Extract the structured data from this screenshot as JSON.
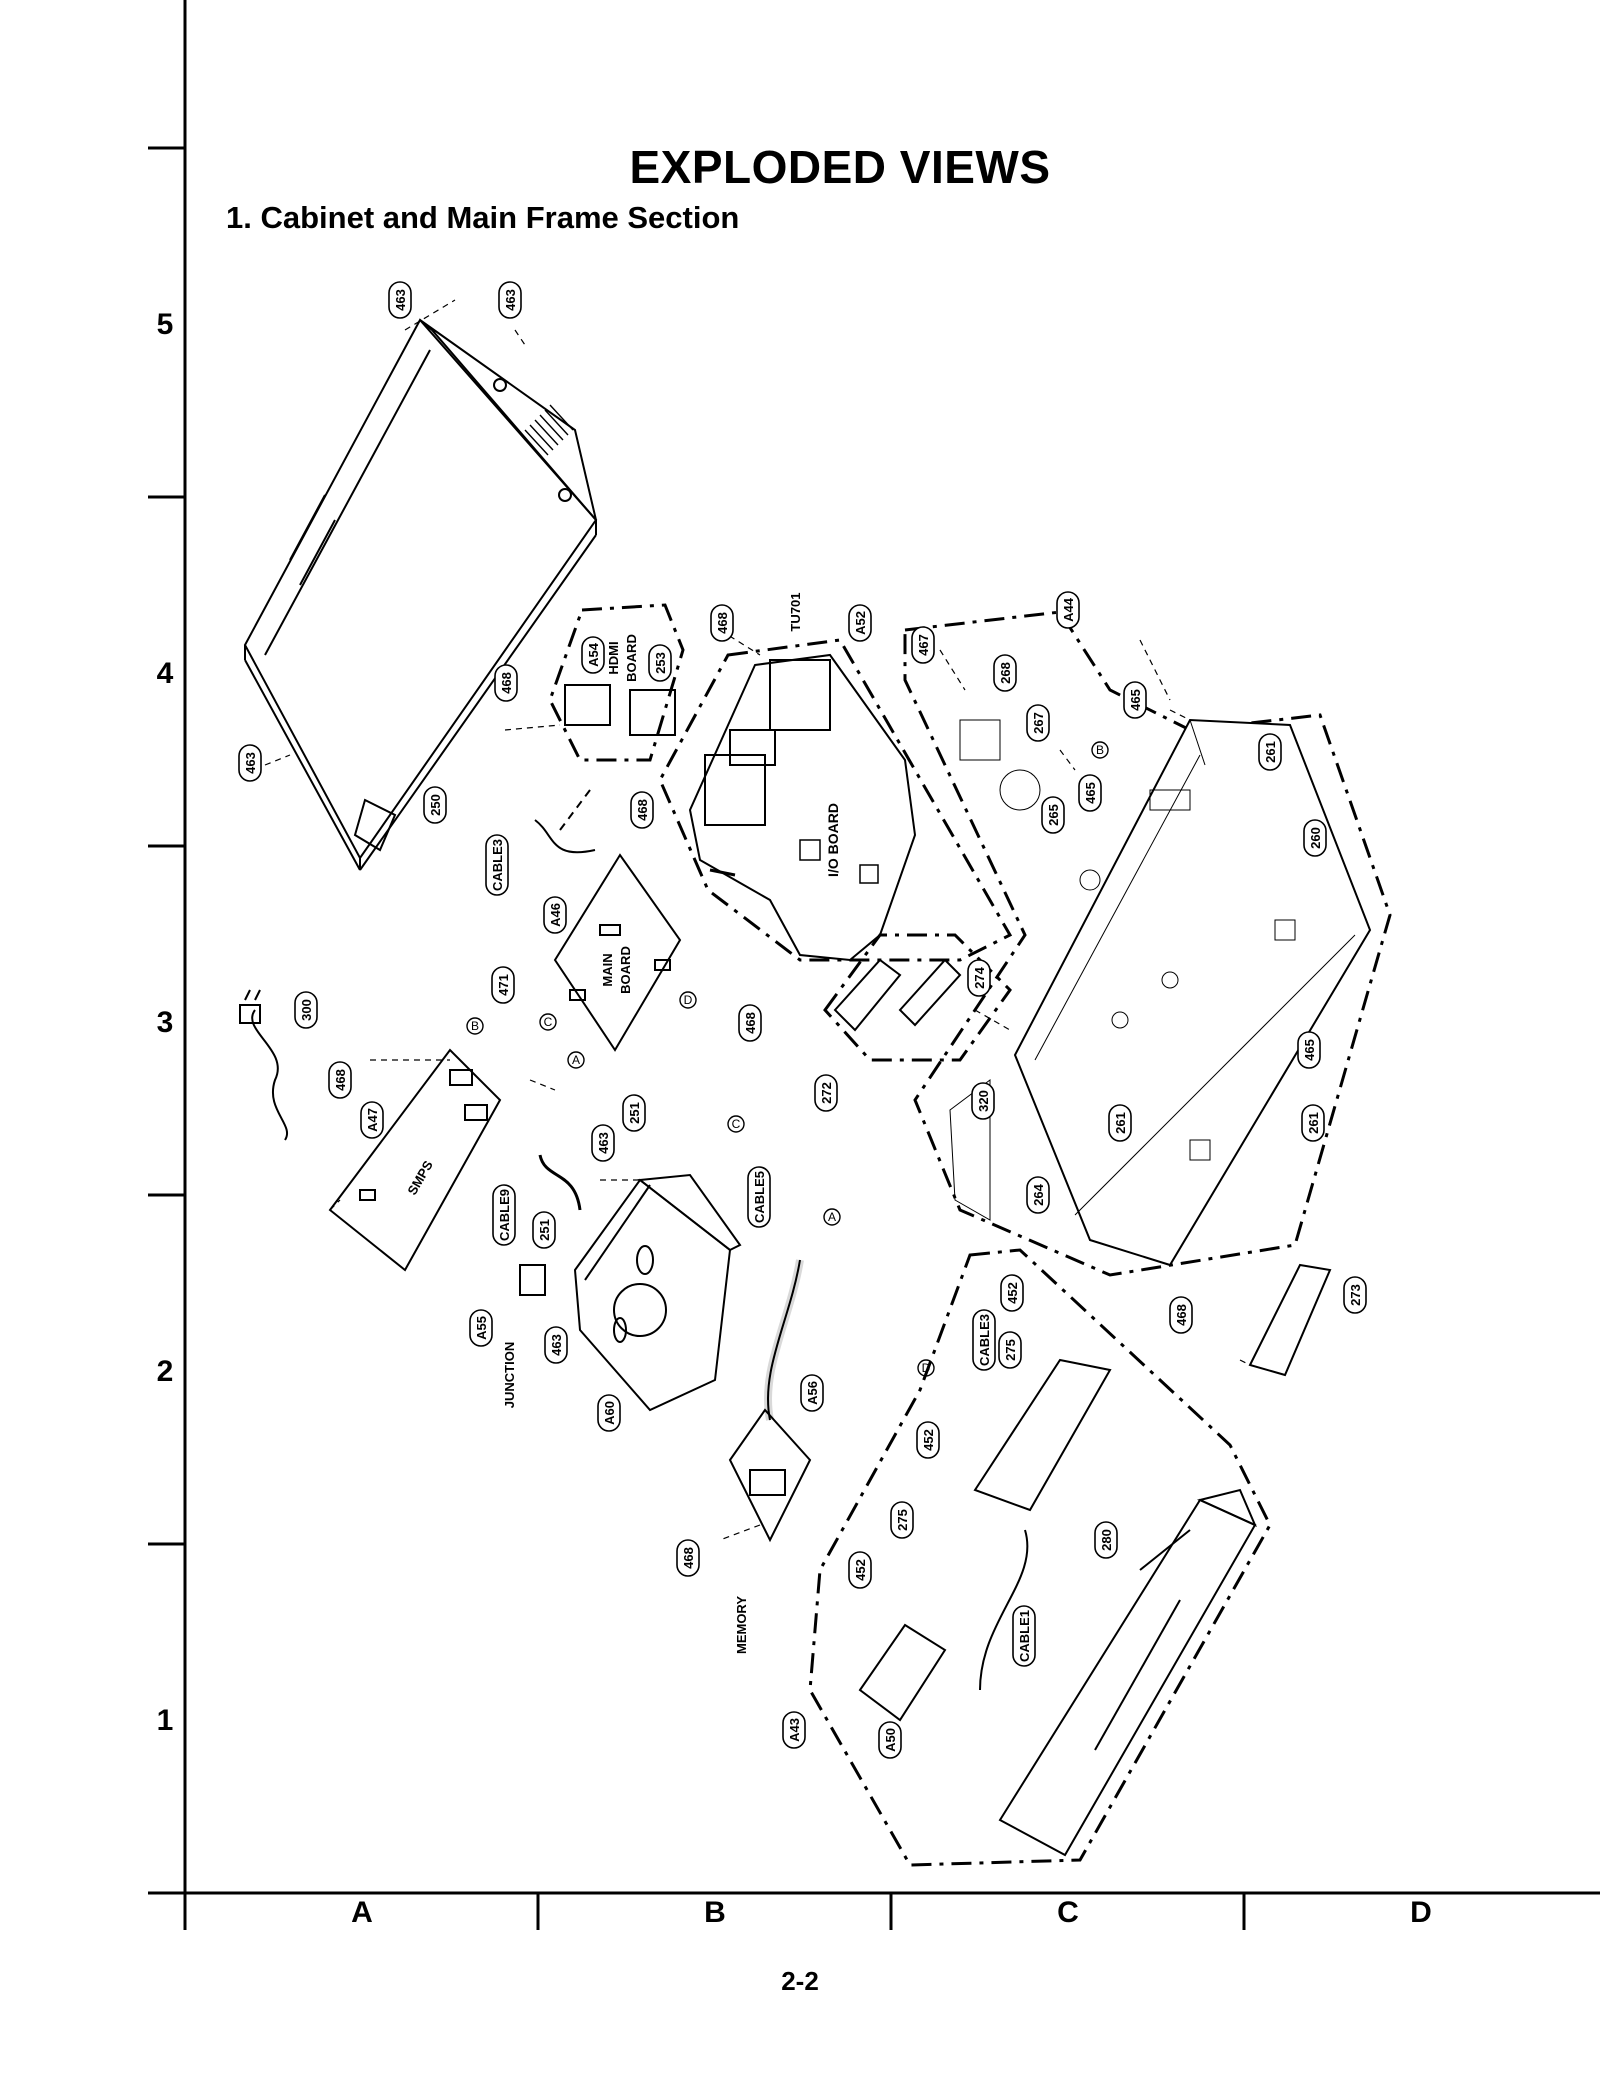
{
  "header": {
    "title": "EXPLODED VIEWS",
    "subtitle": "1. Cabinet and Main Frame Section"
  },
  "grid": {
    "rows": [
      "5",
      "4",
      "3",
      "2",
      "1"
    ],
    "columns": [
      "A",
      "B",
      "C",
      "D"
    ]
  },
  "footer": {
    "page_number": "2-2"
  },
  "parts": {
    "p463a": "463",
    "p463b": "463",
    "p463c": "463",
    "p463d": "463",
    "p463e": "463",
    "p250": "250",
    "p468a": "468",
    "p468b": "468",
    "p468c": "468",
    "p468d": "468",
    "p468e": "468",
    "p468f": "468",
    "p468g": "468",
    "pA54": "A54",
    "pHDMI": "HDMI",
    "pBOARD1": "BOARD",
    "p253": "253",
    "pTU701": "TU701",
    "pA52": "A52",
    "pIO": "I/O BOARD",
    "pA44": "A44",
    "p467": "467",
    "p268": "268",
    "p267": "267",
    "p265": "265",
    "p465a": "465",
    "p465b": "465",
    "p465c": "465",
    "p261a": "261",
    "p261b": "261",
    "p261c": "261",
    "p260": "260",
    "pCABLE3a": "CABLE3",
    "pA46": "A46",
    "pMAIN": "MAIN",
    "pBOARD2": "BOARD",
    "p471": "471",
    "p300": "300",
    "pA47": "A47",
    "pSMPS": "SMPS",
    "p274": "274",
    "p272": "272",
    "p320": "320",
    "p264": "264",
    "p273": "273",
    "p251a": "251",
    "p251b": "251",
    "pCABLE9": "CABLE9",
    "pCABLE5": "CABLE5",
    "pA55": "A55",
    "pJUNCTION": "JUNCTION",
    "pA60": "A60",
    "pA56": "A56",
    "pMEMORY": "MEMORY",
    "p452a": "452",
    "p452b": "452",
    "p452c": "452",
    "pCABLE3b": "CABLE3",
    "p275a": "275",
    "p275b": "275",
    "p280": "280",
    "pCABLE1": "CABLE1",
    "pA50": "A50",
    "pA43": "A43",
    "cA": "A",
    "cB": "B",
    "cC": "C",
    "cD": "D"
  }
}
